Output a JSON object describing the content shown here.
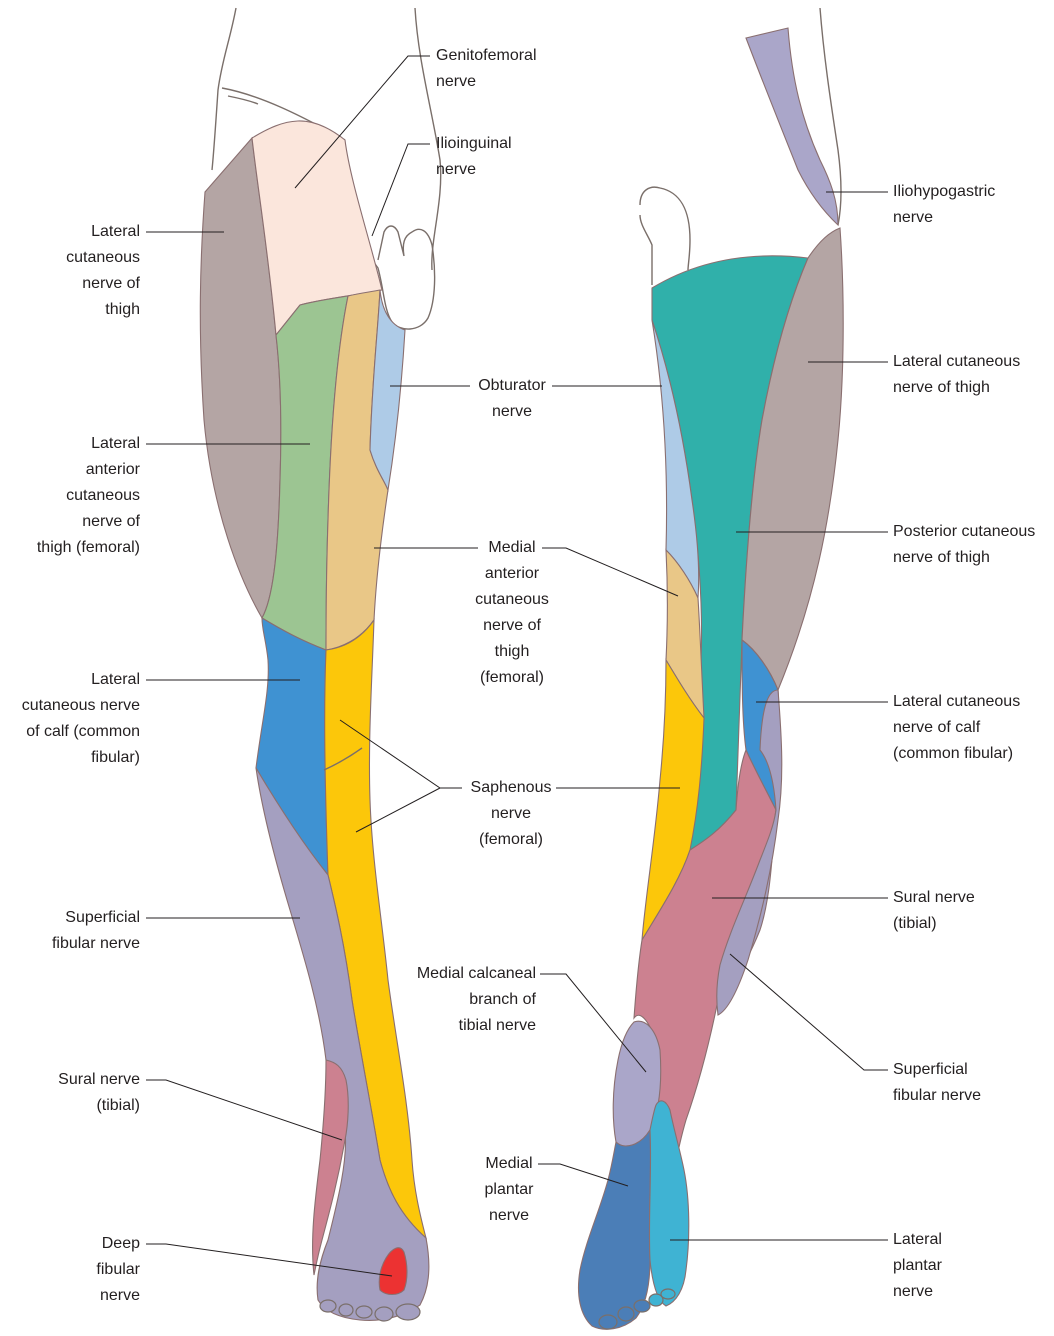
{
  "colors": {
    "lateral_cutaneous_thigh": "#b4a5a4",
    "genitofemoral": "#fbe6dc",
    "lateral_anterior_femoral": "#9cc592",
    "medial_anterior_femoral": "#e9c787",
    "obturator": "#aecbe7",
    "lateral_cutaneous_calf": "#3f92d2",
    "saphenous": "#fcc70a",
    "superficial_fibular": "#a49fc0",
    "sural": "#cc8190",
    "deep_fibular": "#ec3232",
    "iliohypogastric": "#aaa6c9",
    "posterior_cutaneous_thigh": "#30b0aa",
    "medial_calcaneal": "#aaa6c9",
    "medial_plantar": "#4b7eb7",
    "lateral_plantar": "#3fb3d3",
    "skin": "#ffffff"
  },
  "labels": {
    "genitofemoral": "Genitofemoral\nnerve",
    "ilioinguinal": "Ilioinguinal\nnerve",
    "lateral_cutaneous_thigh_left": "Lateral\ncutaneous\nnerve of\nthigh",
    "lateral_anterior_femoral": "Lateral\nanterior\ncutaneous\nnerve of\nthigh (femoral)",
    "obturator": "Obturator\nnerve",
    "medial_anterior_femoral": "Medial\nanterior\ncutaneous\nnerve of\nthigh\n(femoral)",
    "lateral_cutaneous_calf_left": "Lateral\ncutaneous nerve\nof calf (common\nfibular)",
    "saphenous": "Saphenous\nnerve\n(femoral)",
    "superficial_fibular_left": "Superficial\nfibular nerve",
    "sural_left": "Sural nerve\n(tibial)",
    "deep_fibular": "Deep\nfibular\nnerve",
    "iliohypogastric": "Iliohypogastric\nnerve",
    "lateral_cutaneous_thigh_right": "Lateral cutaneous\nnerve of thigh",
    "posterior_cutaneous_thigh": "Posterior cutaneous\nnerve of thigh",
    "lateral_cutaneous_calf_right": "Lateral cutaneous\nnerve of calf\n(common fibular)",
    "sural_right": "Sural nerve\n(tibial)",
    "medial_calcaneal": "Medial calcaneal\nbranch of\ntibial nerve",
    "superficial_fibular_right": "Superficial\nfibular nerve",
    "medial_plantar": "Medial\nplantar\nnerve",
    "lateral_plantar": "Lateral\nplantar\nnerve"
  }
}
